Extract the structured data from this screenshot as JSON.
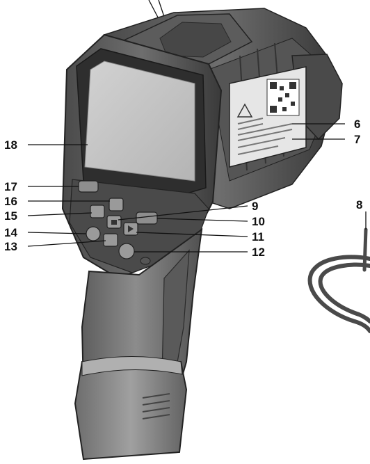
{
  "callouts": {
    "c6": "6",
    "c7": "7",
    "c8": "8",
    "c9": "9",
    "c10": "10",
    "c11": "11",
    "c12": "12",
    "c13": "13",
    "c14": "14",
    "c15": "15",
    "c16": "16",
    "c17": "17",
    "c18": "18"
  },
  "colors": {
    "body_dark": "#3c3c3c",
    "body_mid": "#6a6a6a",
    "body_light": "#9a9a9a",
    "screen": "#c4c4c4",
    "grip": "#7d7d7d",
    "battery": "#8a8a8a",
    "cable": "#5a5a5a",
    "label_sticker": "#e8e8e8"
  }
}
